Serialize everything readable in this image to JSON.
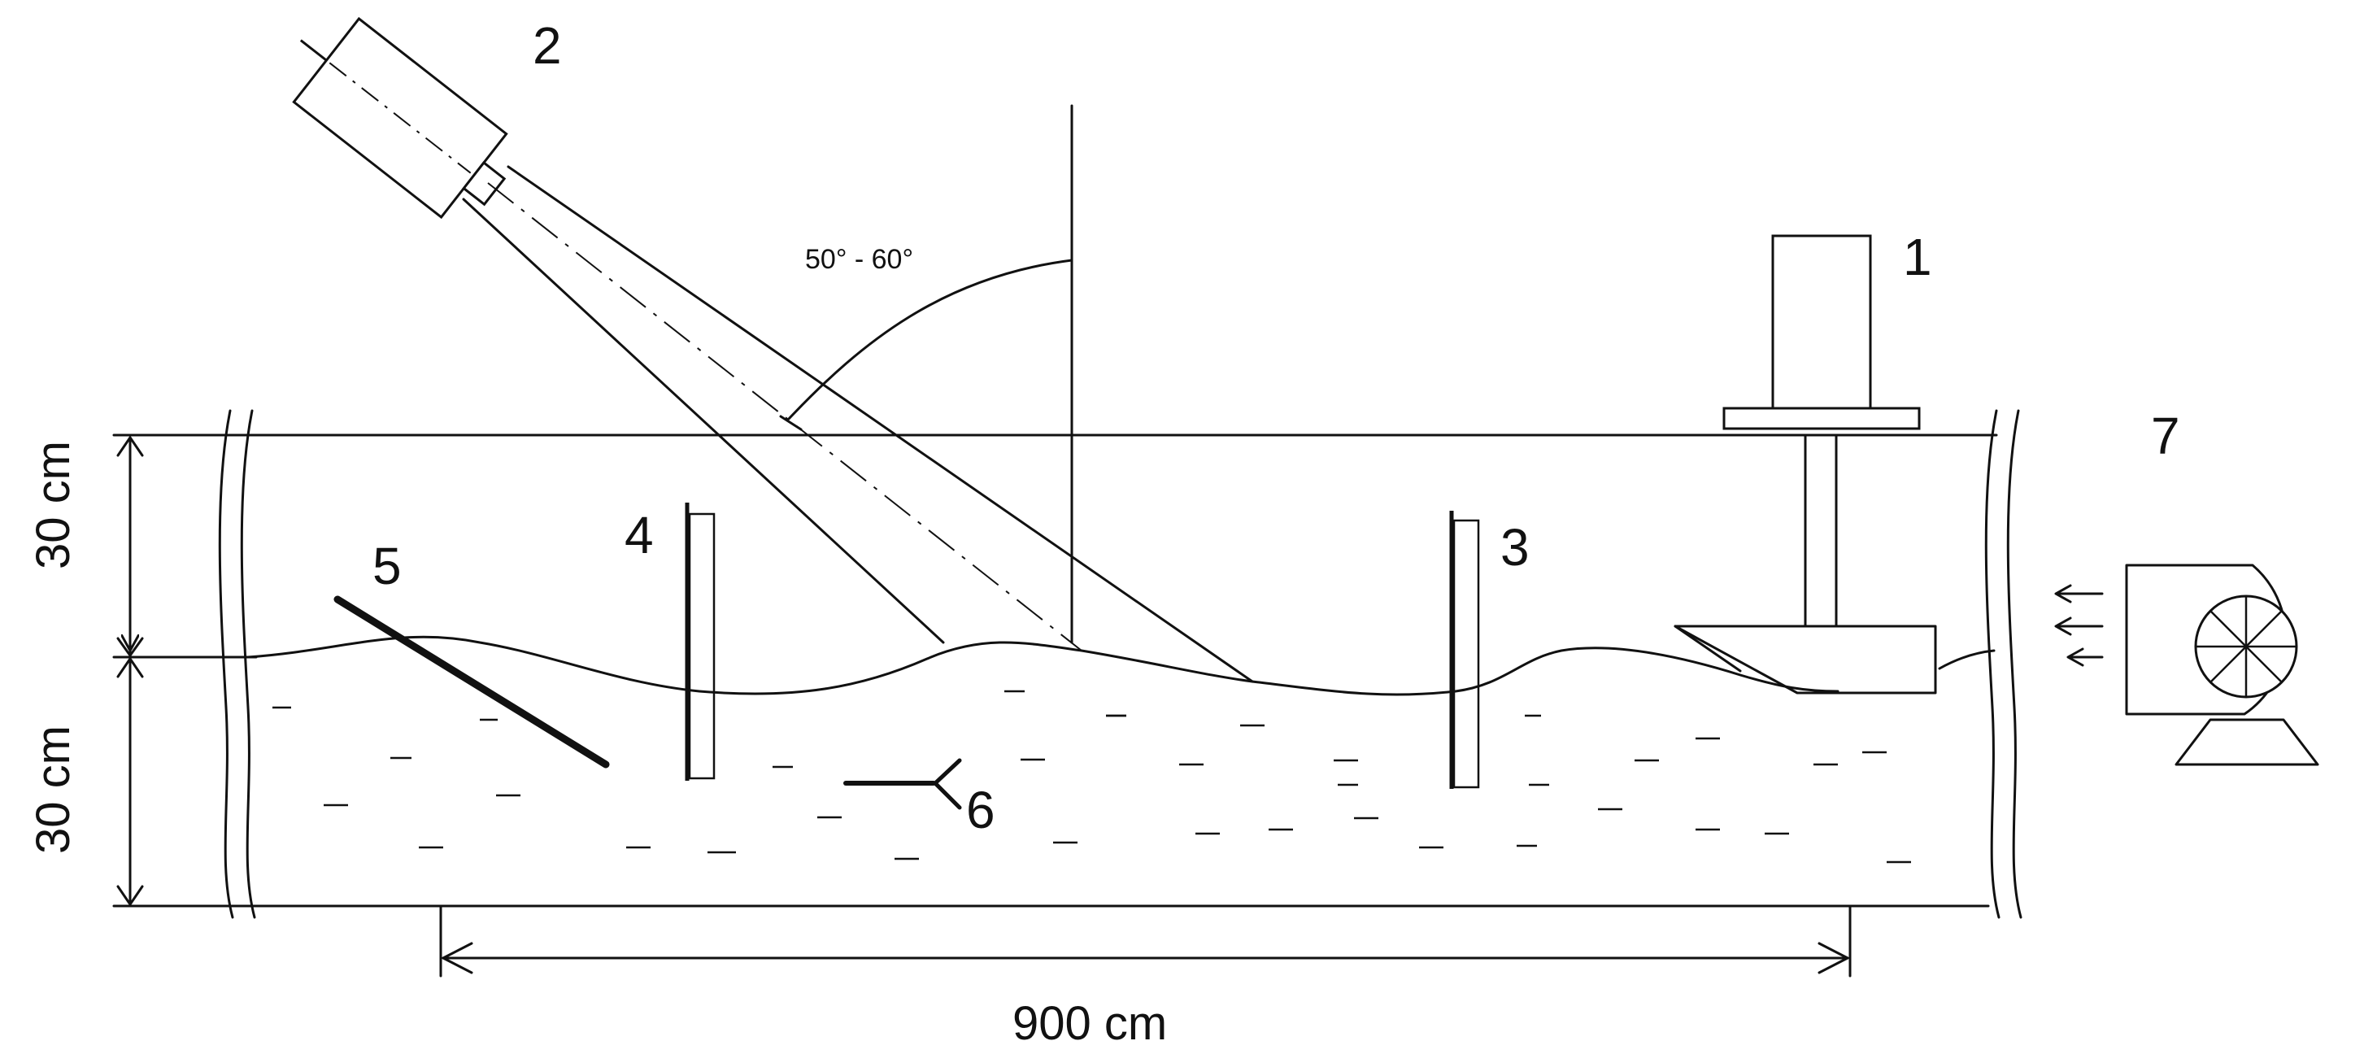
{
  "labels": {
    "wave_maker": "1",
    "camera": "2",
    "gauge_downstream": "3",
    "gauge_upstream": "4",
    "inclined_plate": "5",
    "probe": "6",
    "fan": "7"
  },
  "angle_label": "50° - 60°",
  "dimensions": {
    "air_height": "30 cm",
    "water_depth": "30 cm",
    "length": "900 cm"
  }
}
